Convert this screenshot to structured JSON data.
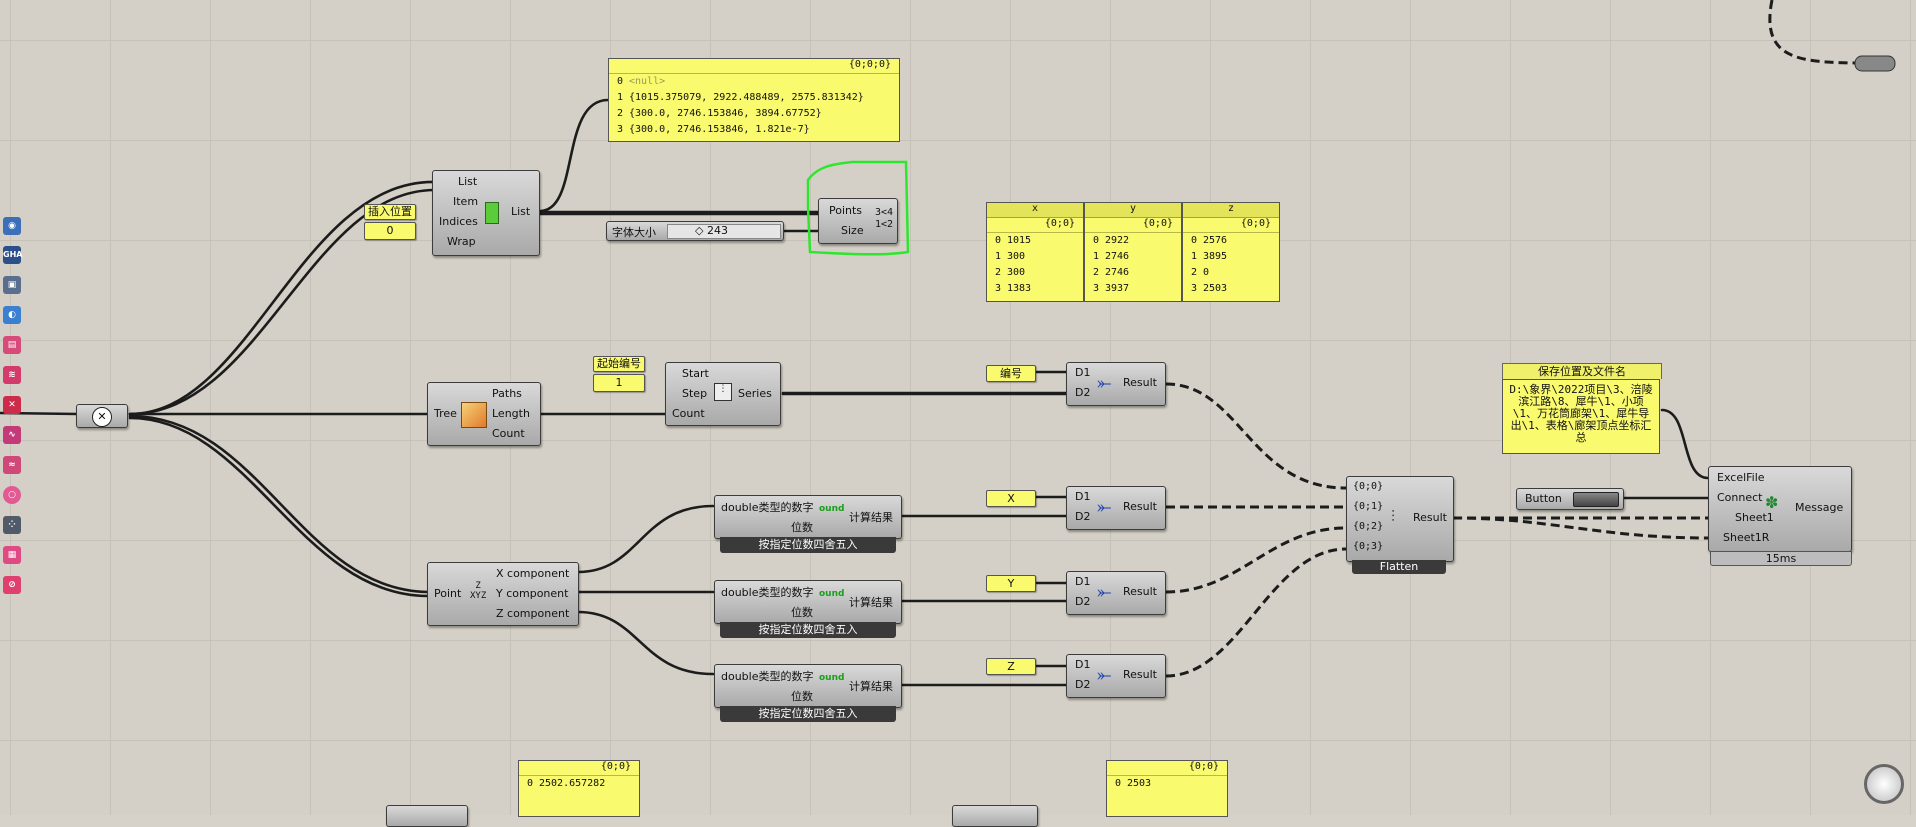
{
  "panels": {
    "list_output": {
      "header": "{0;0;0}",
      "rows": [
        {
          "i": "0",
          "v": "<null>"
        },
        {
          "i": "1",
          "v": "{1015.375079, 2922.488489, 2575.831342}"
        },
        {
          "i": "2",
          "v": "{300.0, 2746.153846, 3894.67752}"
        },
        {
          "i": "3",
          "v": "{300.0, 2746.153846, 1.821e-7}"
        }
      ]
    },
    "x_panel": {
      "title": "x",
      "header": "{0;0}",
      "rows": [
        {
          "i": "0",
          "v": "1015"
        },
        {
          "i": "1",
          "v": "300"
        },
        {
          "i": "2",
          "v": "300"
        },
        {
          "i": "3",
          "v": "1383"
        }
      ]
    },
    "y_panel": {
      "title": "y",
      "header": "{0;0}",
      "rows": [
        {
          "i": "0",
          "v": "2922"
        },
        {
          "i": "1",
          "v": "2746"
        },
        {
          "i": "2",
          "v": "2746"
        },
        {
          "i": "3",
          "v": "3937"
        }
      ]
    },
    "z_panel": {
      "title": "z",
      "header": "{0;0}",
      "rows": [
        {
          "i": "0",
          "v": "2576"
        },
        {
          "i": "1",
          "v": "3895"
        },
        {
          "i": "2",
          "v": "0"
        },
        {
          "i": "3",
          "v": "2503"
        }
      ]
    },
    "save_path": {
      "title": "保存位置及文件名",
      "text": "D:\\象界\\2022项目\\3、涪陵滨江路\\8、犀牛\\1、小项\\1、万花筒廊架\\1、犀牛导出\\1、表格\\廊架顶点坐标汇总"
    },
    "bottom_left": {
      "header": "{0;0}",
      "rows": [
        {
          "i": "0",
          "v": "2502.657282"
        }
      ]
    },
    "bottom_right": {
      "header": "{0;0}",
      "rows": [
        {
          "i": "0",
          "v": "2503"
        }
      ]
    }
  },
  "list_item": {
    "inputs": [
      "List",
      "Item",
      "Indices",
      "Wrap"
    ],
    "output": "List"
  },
  "insert_tag": {
    "title": "插入位置",
    "value": "0"
  },
  "tag_component": {
    "inputs": [
      "Points",
      "Size"
    ]
  },
  "font_slider": {
    "label": "字体大小",
    "value": "243"
  },
  "tree_stat": {
    "input": "Tree",
    "outputs": [
      "Paths",
      "Length",
      "Count"
    ]
  },
  "start_tag": {
    "title": "起始编号",
    "value": "1"
  },
  "series": {
    "inputs": [
      "Start",
      "Step",
      "Count"
    ],
    "output": "Series"
  },
  "merges": [
    {
      "tag": "编号",
      "inputs": [
        "D1",
        "D2"
      ],
      "output": "Result"
    },
    {
      "tag": "X",
      "inputs": [
        "D1",
        "D2"
      ],
      "output": "Result"
    },
    {
      "tag": "Y",
      "inputs": [
        "D1",
        "D2"
      ],
      "output": "Result"
    },
    {
      "tag": "Z",
      "inputs": [
        "D1",
        "D2"
      ],
      "output": "Result"
    }
  ],
  "round": {
    "input1": "double类型的数字",
    "input2": "位数",
    "output": "计算结果",
    "footer": "按指定位数四舍五入",
    "icon_text": "ound"
  },
  "deconstruct": {
    "input": "Point",
    "outputs": [
      "X component",
      "Y component",
      "Z component"
    ]
  },
  "entwine": {
    "inputs": [
      "{0;0}",
      "{0;1}",
      "{0;2}",
      "{0;3}"
    ],
    "output": "Result",
    "footer": "Flatten"
  },
  "button": {
    "label": "Button"
  },
  "excel": {
    "inputs": [
      "ExcelFile",
      "Connect",
      "Sheet1",
      "Sheet1R"
    ],
    "output": "Message",
    "footer": "15ms"
  },
  "toolbar": {
    "items": [
      "tb-1",
      "tb-gha",
      "tb-3",
      "tb-4",
      "tb-5",
      "tb-6",
      "tb-7",
      "tb-8",
      "tb-9",
      "tb-10",
      "tb-11",
      "tb-12",
      "tb-13"
    ],
    "labels": {
      "gha": "GHA"
    }
  },
  "relay": {
    "icon": "x-circle-icon"
  }
}
